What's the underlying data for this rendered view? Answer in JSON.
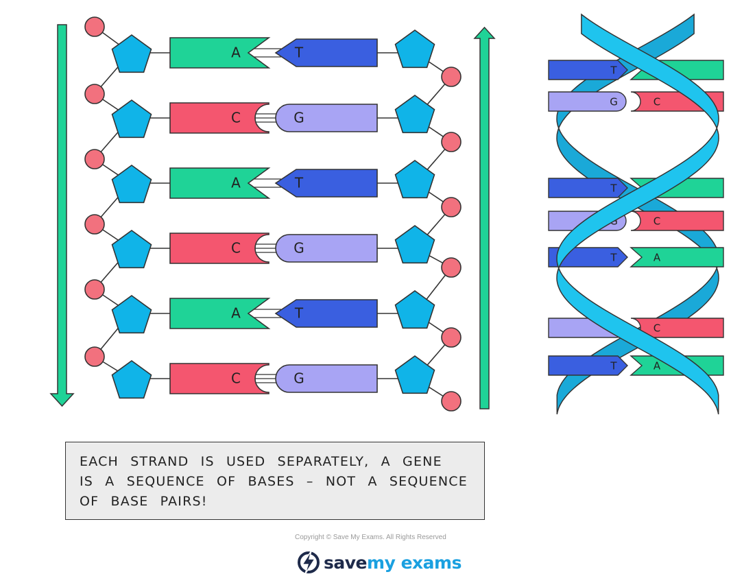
{
  "ladder": {
    "rows": [
      {
        "left": "A",
        "right": "T"
      },
      {
        "left": "C",
        "right": "G"
      },
      {
        "left": "A",
        "right": "T"
      },
      {
        "left": "C",
        "right": "G"
      },
      {
        "left": "A",
        "right": "T"
      },
      {
        "left": "C",
        "right": "G"
      }
    ]
  },
  "helix": {
    "pairs": [
      {
        "left": "T",
        "right": "A"
      },
      {
        "left": "G",
        "right": "C"
      },
      {
        "left": "T",
        "right": "A"
      },
      {
        "left": "G",
        "right": "C"
      },
      {
        "left": "T",
        "right": "A"
      },
      {
        "left": "G",
        "right": "C"
      },
      {
        "left": "T",
        "right": "A"
      }
    ]
  },
  "note": {
    "lines": [
      "EACH STRAND IS USED SEPARATELY, A GENE",
      "IS A SEQUENCE OF BASES – NOT A SEQUENCE",
      "OF BASE PAIRS!"
    ]
  },
  "footer": {
    "copyright": "Copyright © Save My Exams. All Rights Reserved",
    "logo_main": "save",
    "logo_accent": "my exams"
  },
  "colors": {
    "adenine": "#1fd397",
    "thymine": "#3a5fe0",
    "cytosine": "#f4566f",
    "guanine": "#a8a4f4",
    "sugar": "#10b4e8",
    "phosphate": "#f2717e",
    "arrow": "#1fd397",
    "helix": "#1fc4ee"
  }
}
